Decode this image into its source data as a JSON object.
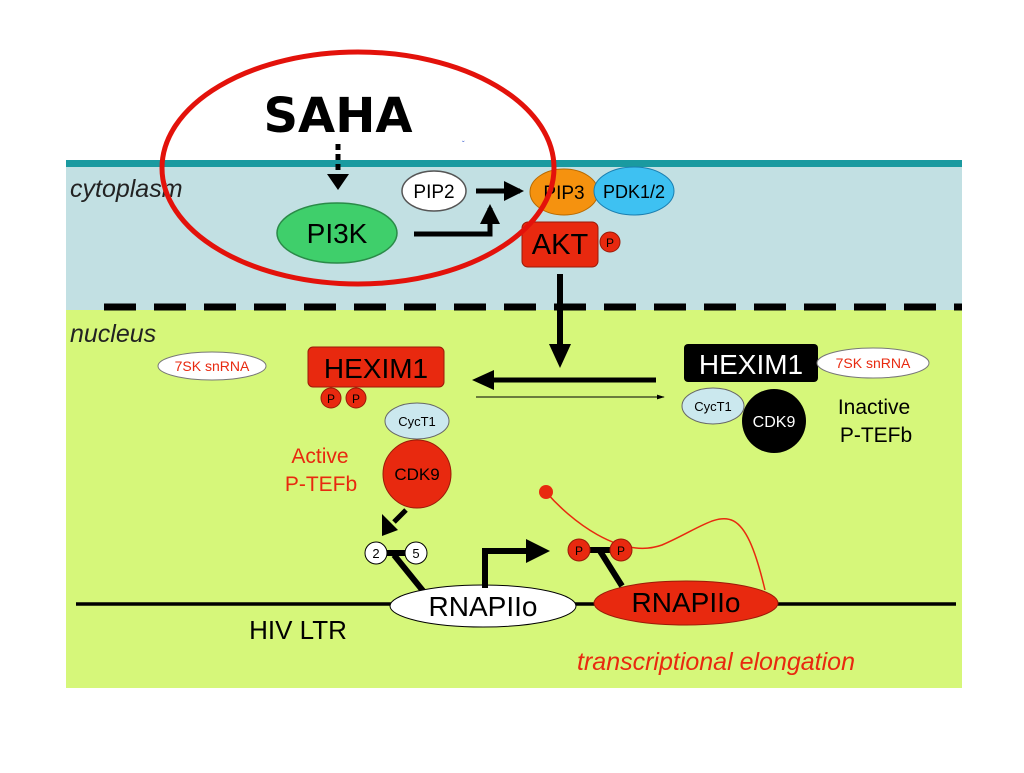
{
  "title": "SAHA",
  "regions": {
    "cytoplasm": "cytoplasm",
    "nucleus": "nucleus"
  },
  "nodes": {
    "pi3k": "PI3K",
    "pip2": "PIP2",
    "pip3": "PIP3",
    "pdk": "PDK1/2",
    "akt": "AKT",
    "p": "P",
    "hexim_active": "HEXIM1",
    "hexim_inactive": "HEXIM1",
    "snrna_left": "7SK snRNA",
    "snrna_right": "7SK snRNA",
    "cyct1_active": "CycT1",
    "cyct1_inactive": "CycT1",
    "cdk9_active": "CDK9",
    "cdk9_inactive": "CDK9",
    "active_ptefb_line1": "Active",
    "active_ptefb_line2": "P-TEFb",
    "inactive_ptefb_line1": "Inactive",
    "inactive_ptefb_line2": "P-TEFb",
    "ser2": "2",
    "ser5": "5",
    "rnapii_left": "RNAPIIo",
    "rnapii_right": "RNAPIIo",
    "hiv_ltr": "HIV LTR",
    "elongation": "transcriptional elongation"
  },
  "colors": {
    "cytoplasm_bg": "#c2e0e3",
    "membrane": "#1a9aa0",
    "nucleus_bg": "#d6f77a",
    "red": "#e8290f",
    "orange": "#f5920f",
    "blue": "#3ec1f2",
    "green": "#3fcf6b",
    "light_blue": "#cbe8ee",
    "circle_red": "#e3120b"
  }
}
